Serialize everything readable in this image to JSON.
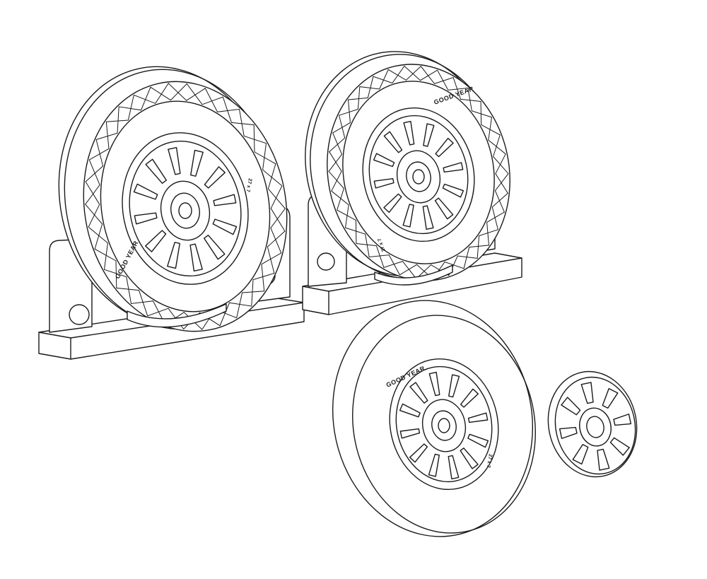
{
  "image": {
    "background": "#ffffff",
    "line_color": "#1a1a1a"
  },
  "parts": [
    {
      "name": "wheel-with-tread-on-stand",
      "tire_brand": "GOOD YEAR",
      "tire_size": "27 x 7"
    },
    {
      "name": "wheel-with-tread-on-stand",
      "tire_brand": "GOOD YEAR",
      "tire_size": "27 x 7"
    },
    {
      "name": "smooth-wheel",
      "tire_brand": "GOOD YEAR",
      "tire_size": "27 x 7"
    },
    {
      "name": "hub-insert"
    }
  ]
}
